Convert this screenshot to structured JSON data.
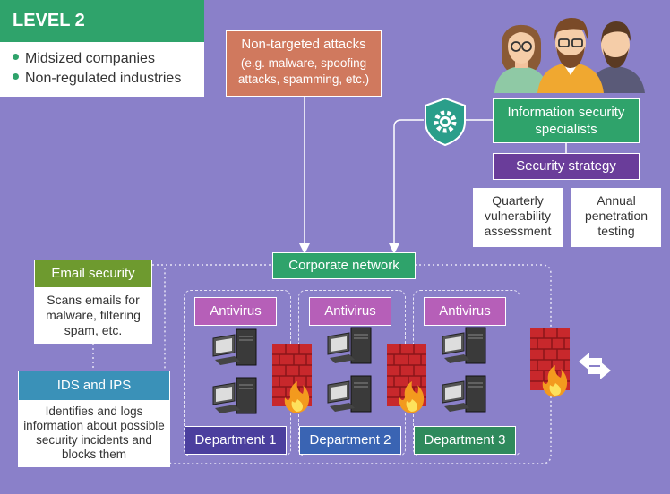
{
  "level": {
    "title": "LEVEL 2",
    "bullets": [
      "Midsized companies",
      "Non-regulated industries"
    ]
  },
  "attacks": {
    "title": "Non-targeted attacks",
    "detail": "(e.g. malware, spoofing attacks, spamming, etc.)"
  },
  "specialists": {
    "title": "Information security specialists"
  },
  "strategy": {
    "title": "Security strategy",
    "items": [
      "Quarterly vulnerability assessment",
      "Annual penetration testing"
    ]
  },
  "network": {
    "title": "Corporate network"
  },
  "email": {
    "title": "Email security",
    "detail": "Scans emails for malware, filtering spam, etc."
  },
  "ids": {
    "title": "IDS and IPS",
    "detail": "Identifies and logs information about possible security incidents and blocks them"
  },
  "departments": [
    {
      "name": "Department 1",
      "antivirus": "Antivirus",
      "color": "#4b3f9e"
    },
    {
      "name": "Department 2",
      "antivirus": "Antivirus",
      "color": "#3a64b3"
    },
    {
      "name": "Department 3",
      "antivirus": "Antivirus",
      "color": "#2f8a5c"
    }
  ],
  "colors": {
    "background": "#8a80c9",
    "green": "#2fa36b",
    "attack": "#d0795e",
    "purple": "#6a3d9a",
    "email": "#6e9a2f",
    "ids": "#3a91b8",
    "antivirus": "#b65fb8"
  },
  "icons": [
    "people-icon",
    "shield-gear-icon",
    "computer-icon",
    "firewall-icon",
    "flame-icon",
    "exchange-arrows-icon"
  ]
}
